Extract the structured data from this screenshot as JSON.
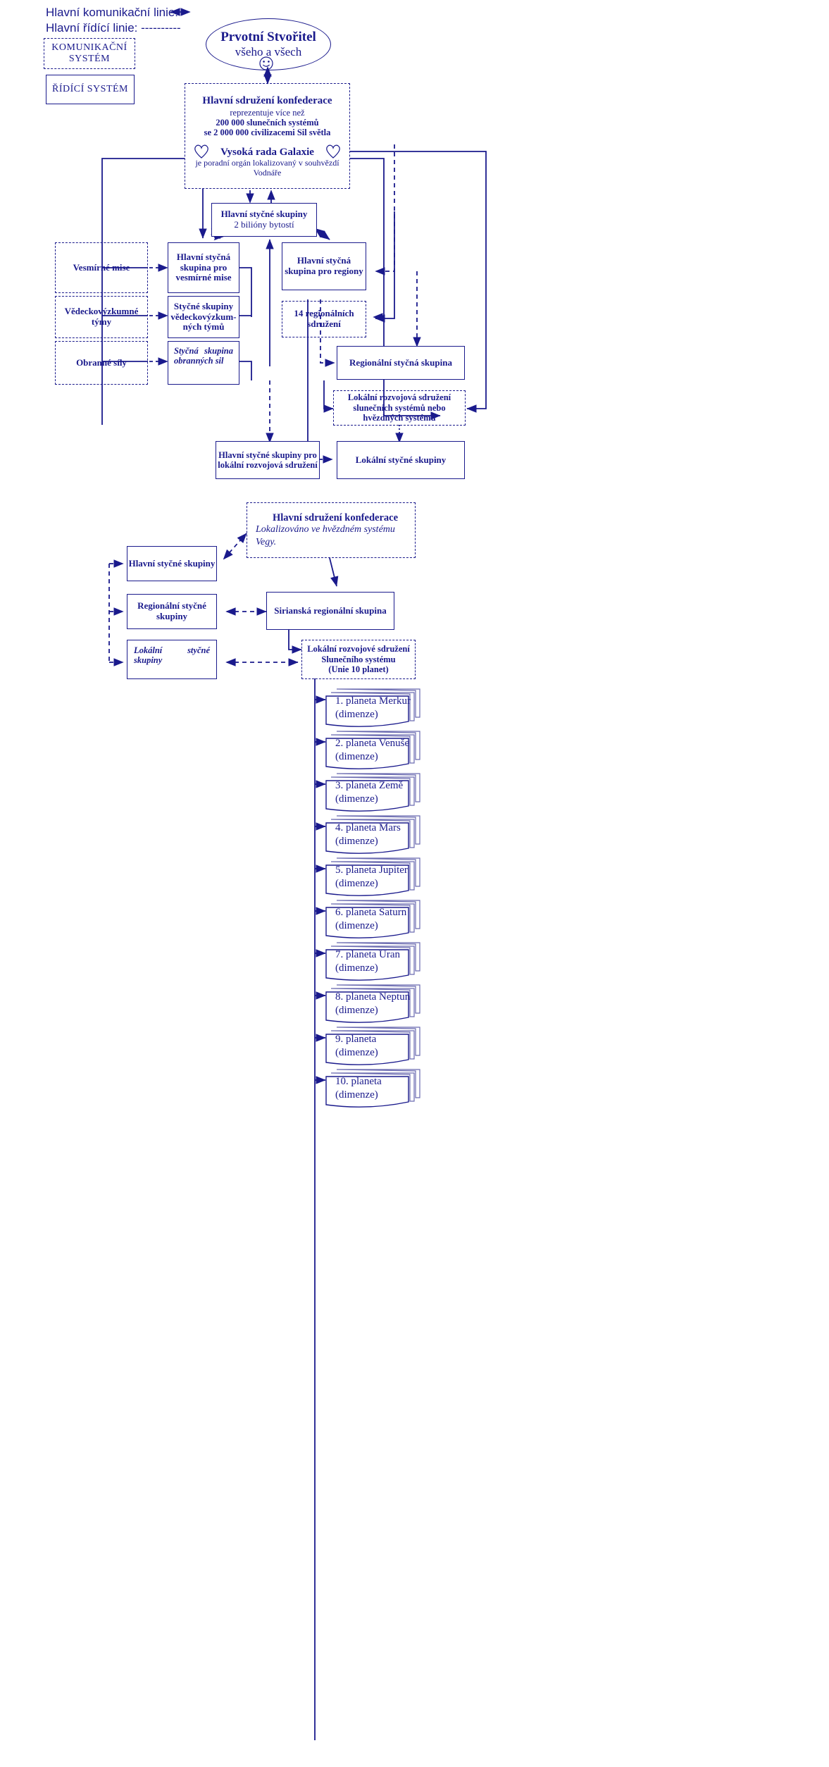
{
  "legend": {
    "comm_line_label": "Hlavní komunikační linie:",
    "ctrl_line_label": "Hlavní řídící linie: ----------",
    "comm_system": "KOMUNIKAČNÍ SYSTÉM",
    "ctrl_system": "ŘÍDÍCÍ SYSTÉM"
  },
  "colors": {
    "ink": "#1a1a8c",
    "background": "#ffffff",
    "card_shadow": "#6a6ab0"
  },
  "section1": {
    "creator": {
      "title": "Prvotní Stvořitel",
      "subtitle": "všeho a všech",
      "icon": "smiley-face"
    },
    "confederation": {
      "title": "Hlavní sdružení konfederace",
      "line1": "reprezentuje více než",
      "line2": "200 000 slunečních systémů",
      "line3": "se  2 000 000 civilizacemi Sil světla",
      "council_title": "Vysoká rada Galaxie",
      "council_line1": "je poradní orgán lokalizovaný v souhvězdí",
      "council_line2": "Vodnáře",
      "heart_left": "heart-icon",
      "heart_right": "heart-icon"
    },
    "main_liaison": {
      "line1": "Hlavní styčné skupiny",
      "line2": "2 bilióny bytostí"
    },
    "space_missions": "Vesmírné mise",
    "research_teams": "Vědeckovýzkumné týmy",
    "defense_forces": "Obranné síly",
    "liaison_space": "Hlavní styčná skupina pro vesmírné mise",
    "liaison_research": "Styčné skupiny vědeckovýzkum-ných týmů",
    "liaison_defense_a": "Styčná",
    "liaison_defense_b": "skupina",
    "liaison_defense_c": "obranných sil",
    "liaison_regions": "Hlavní styčná skupina pro regiony",
    "regional_assoc": "14 regionálních sdružení",
    "regional_liaison": "Regionální styčná skupina",
    "local_dev_assoc": "Lokální rozvojová sdružení slunečních systémů nebo hvězdných systémů",
    "main_liaison_local": "Hlavní styčné skupiny pro lokální rozvojová sdružení",
    "local_liaison": "Lokální styčné skupiny"
  },
  "section2": {
    "confederation_title": "Hlavní sdružení konfederace",
    "confederation_note": "Lokalizováno ve hvězdném systému Vegy.",
    "main_liaison": "Hlavní styčné skupiny",
    "regional_liaison": "Regionální styčné skupiny",
    "local_liaison_a": "Lokální",
    "local_liaison_b": "styčné",
    "local_liaison_c": "skupiny",
    "sirian_group": "Sirianská regionální skupina",
    "solar_assoc_l1": "Lokální rozvojové sdružení",
    "solar_assoc_l2": "Slunečního systému",
    "solar_assoc_l3": "(Unie 10 planet)",
    "planets": [
      {
        "name": "1. planeta Merkur",
        "sub": "(dimenze)"
      },
      {
        "name": "2. planeta Venuše",
        "sub": "(dimenze)"
      },
      {
        "name": "3. planeta Země",
        "sub": "(dimenze)"
      },
      {
        "name": "4. planeta Mars",
        "sub": "(dimenze)"
      },
      {
        "name": "5. planeta Jupiter",
        "sub": "(dimenze)"
      },
      {
        "name": "6. planeta Saturn",
        "sub": "(dimenze)"
      },
      {
        "name": "7. planeta Uran",
        "sub": "(dimenze)"
      },
      {
        "name": "8. planeta Neptun",
        "sub": "(dimenze)"
      },
      {
        "name": "9. planeta",
        "sub": "(dimenze)"
      },
      {
        "name": "10. planeta",
        "sub": "(dimenze)"
      }
    ]
  }
}
